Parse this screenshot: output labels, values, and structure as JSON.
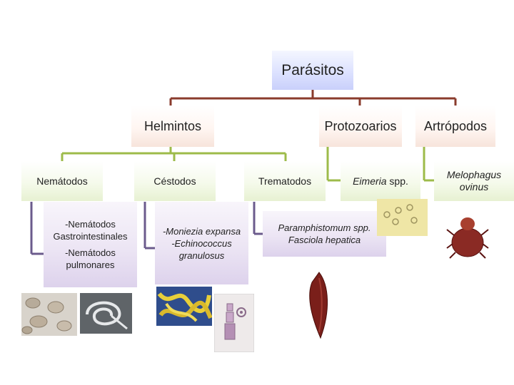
{
  "root": {
    "label": "Parásitos"
  },
  "groups": {
    "helmintos": "Helmintos",
    "protozoarios": "Protozoarios",
    "artropodos": "Artrópodos"
  },
  "subgroups": {
    "nematodos": "Nemátodos",
    "cestodos": "Céstodos",
    "trematodos": "Trematodos",
    "eimeria_name": "Eimeria",
    "eimeria_suffix": " spp.",
    "melophagus_line1": "Melophagus",
    "melophagus_line2": "ovinus"
  },
  "details": {
    "nematodos_line1": "-Nemátodos",
    "nematodos_line2": "Gastrointestinales",
    "nematodos_line3": "-Nemátodos",
    "nematodos_line4": "pulmonares",
    "cestodos_line1": "-Moniezia expansa",
    "cestodos_line2": "-Echinococcus",
    "cestodos_line3": "granulosus",
    "trematodos_line1": "Paramphistomum spp.",
    "trematodos_line2": "Fasciola hepatica"
  },
  "colors": {
    "root_lines": "#8a3b2c",
    "level2_lines": "#9dbb4a",
    "level3_lines": "#6b5b8c"
  }
}
